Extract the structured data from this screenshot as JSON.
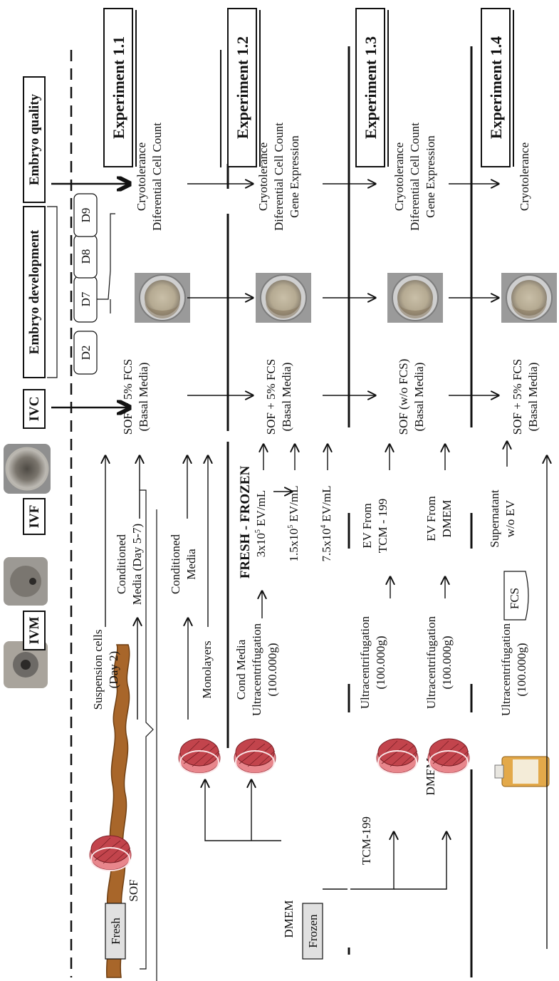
{
  "header": {
    "stages": [
      "IVM",
      "IVF",
      "IVC"
    ],
    "embryo_development": "Embryo development",
    "embryo_quality": "Embryo quality",
    "days": [
      "D2",
      "D7",
      "D8",
      "D9"
    ]
  },
  "source": {
    "fresh": "Fresh",
    "sof": "SOF",
    "frozen": "Frozen",
    "dmem": "DMEM"
  },
  "experiments": [
    {
      "title": "Experiment 1.1",
      "lines": [
        "Suspension cells",
        "(Day 2)",
        "Conditioned",
        "Media (Day 5-7)"
      ],
      "media": [
        "SOF + 5% FCS",
        "(Basal Media)"
      ],
      "outcome": [
        "Cryotolerance",
        "Diferential Cell Count"
      ]
    },
    {
      "title": "Experiment 1.2",
      "monolayers": "Monolayers",
      "cond_media": [
        "Conditioned",
        "Media"
      ],
      "fresh_frozen": "FRESH - FROZEN",
      "uc": [
        "Cond Media",
        "Ultracentrifugation",
        "(100.000g)"
      ],
      "concentrations": [
        "3x10",
        "5",
        " EV/mL",
        "1.5x10",
        "5",
        " EV/mL",
        "7.5x10",
        "4",
        " EV/mL"
      ],
      "media": [
        "SOF + 5% FCS",
        "(Basal Media)"
      ],
      "outcome": [
        "Cryotolerance",
        "Diferential Cell Count",
        "Gene Expression"
      ]
    },
    {
      "title": "Experiment 1.3",
      "tcm_label": "TCM-199",
      "dmem_label": "DMEM",
      "uc1": [
        "Ultracentrifugation",
        "(100.000g)"
      ],
      "ev1": [
        "EV From",
        "TCM - 199"
      ],
      "uc2": [
        "Ultracentrifugation",
        "(100.000g)"
      ],
      "ev2": [
        "EV From",
        "DMEM"
      ],
      "media": [
        "SOF (w/o FCS)",
        "(Basal Media)"
      ],
      "outcome": [
        "Cryotolerance",
        "Diferential Cell Count",
        "Gene Expression"
      ]
    },
    {
      "title": "Experiment 1.4",
      "uc": [
        "Ultracentrifugation",
        "(100.000g)"
      ],
      "fcs": "FCS",
      "supernatant": [
        "Supernatant",
        "w/o EV"
      ],
      "media": [
        "SOF + 5% FCS",
        "(Basal Media)"
      ],
      "outcome": [
        "Cryotolerance"
      ]
    }
  ],
  "colors": {
    "dish_pink": "#e8868c",
    "dish_red": "#c2444c",
    "tissue": "#a8662a",
    "embryo_bg": "#9a9a9a",
    "box_gray": "#e0e0e0"
  }
}
